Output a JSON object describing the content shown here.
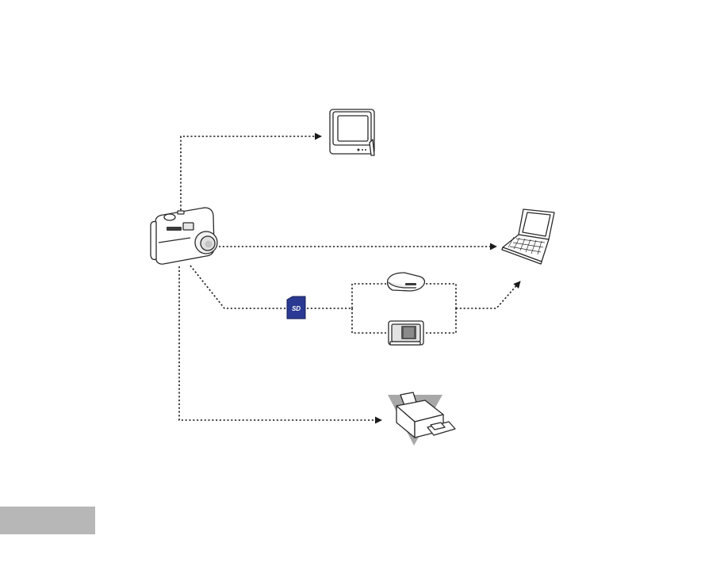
{
  "diagram": {
    "nodes": [
      {
        "id": "camera",
        "icon": "digital-camera-icon"
      },
      {
        "id": "tv",
        "icon": "television-icon"
      },
      {
        "id": "laptop",
        "icon": "laptop-computer-icon"
      },
      {
        "id": "sd-card",
        "icon": "sd-memory-card-icon",
        "label": "SD"
      },
      {
        "id": "usb-card-reader",
        "icon": "usb-card-reader-icon"
      },
      {
        "id": "pc-card-adapter",
        "icon": "pc-card-adapter-icon"
      },
      {
        "id": "printer",
        "icon": "photo-printer-icon"
      }
    ],
    "edges": [
      {
        "from": "camera",
        "to": "tv"
      },
      {
        "from": "camera",
        "to": "laptop"
      },
      {
        "from": "camera",
        "to": "sd-card"
      },
      {
        "from": "sd-card",
        "to": "usb-card-reader"
      },
      {
        "from": "sd-card",
        "to": "pc-card-adapter"
      },
      {
        "from": "usb-card-reader",
        "to": "laptop"
      },
      {
        "from": "pc-card-adapter",
        "to": "laptop"
      },
      {
        "from": "camera",
        "to": "printer"
      }
    ]
  },
  "colors": {
    "page_tab": "#b7b7b7",
    "sd_card": "#2a3a92",
    "printer_badge": "#a8a8a8",
    "line": "#1a1a1a"
  }
}
